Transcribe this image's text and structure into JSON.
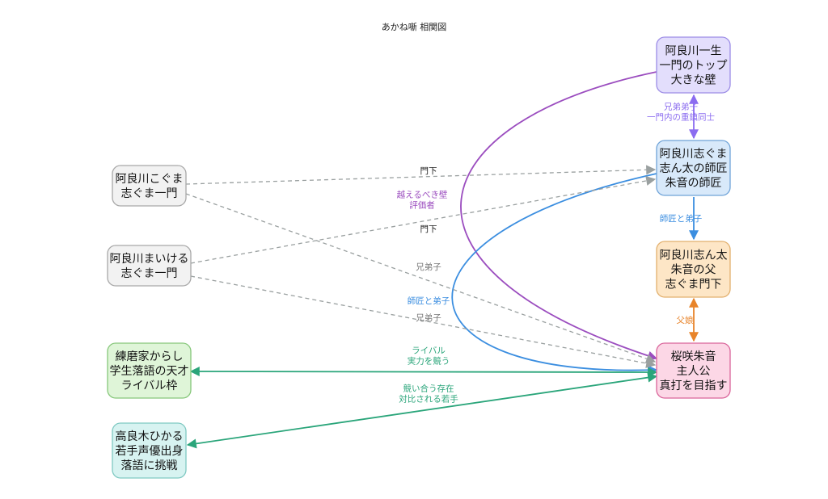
{
  "title": "あかね噺 相関図",
  "nodes": [
    {
      "id": "issho",
      "lines": [
        "阿良川一生",
        "一門のトップ",
        "大きな壁"
      ],
      "fill": "#e3defc",
      "stroke": "#9c8ce6"
    },
    {
      "id": "shiguma",
      "lines": [
        "阿良川志ぐま",
        "志ん太の師匠",
        "朱音の師匠"
      ],
      "fill": "#d8e9fa",
      "stroke": "#6fa3d8"
    },
    {
      "id": "shinta",
      "lines": [
        "阿良川志ん太",
        "朱音の父",
        "志ぐま門下"
      ],
      "fill": "#fde6c6",
      "stroke": "#e2b06e"
    },
    {
      "id": "akane",
      "lines": [
        "桜咲朱音",
        "主人公",
        "真打を目指す"
      ],
      "fill": "#fcd7e6",
      "stroke": "#d9649a"
    },
    {
      "id": "koguma",
      "lines": [
        "阿良川こぐま",
        "志ぐま一門"
      ],
      "fill": "#f2f2f2",
      "stroke": "#a8a8a8"
    },
    {
      "id": "maikeru",
      "lines": [
        "阿良川まいける",
        "志ぐま一門"
      ],
      "fill": "#f2f2f2",
      "stroke": "#a8a8a8"
    },
    {
      "id": "karashi",
      "lines": [
        "練磨家からし",
        "学生落語の天才",
        "ライバル枠"
      ],
      "fill": "#dff5d8",
      "stroke": "#86c77a"
    },
    {
      "id": "hikaru",
      "lines": [
        "高良木ひかる",
        "若手声優出身",
        "落語に挑戦"
      ],
      "fill": "#d7f3f1",
      "stroke": "#7fc9c2"
    }
  ],
  "edges": [
    {
      "id": "issho-shiguma",
      "lines": [
        "兄弟弟子",
        "一門内の重鎮同士"
      ],
      "color": "#8b6cf0",
      "style": "solid",
      "arrows": "both"
    },
    {
      "id": "shiguma-shinta",
      "lines": [
        "師匠と弟子"
      ],
      "color": "#3b8ee0",
      "style": "solid",
      "arrows": "end"
    },
    {
      "id": "shinta-akane",
      "lines": [
        "父娘"
      ],
      "color": "#e8842a",
      "style": "solid",
      "arrows": "both"
    },
    {
      "id": "issho-akane",
      "lines": [
        "越えるべき壁",
        "評価者"
      ],
      "color": "#9b4dbf",
      "style": "solid",
      "arrows": "end"
    },
    {
      "id": "shiguma-akane",
      "lines": [
        "師匠と弟子"
      ],
      "color": "#3b8ee0",
      "style": "solid",
      "arrows": "end"
    },
    {
      "id": "koguma-shiguma",
      "lines": [
        "門下"
      ],
      "color": "#9aa0a0",
      "style": "dashed",
      "arrows": "end",
      "label_color": "#222222"
    },
    {
      "id": "maikeru-shiguma",
      "lines": [
        "門下"
      ],
      "color": "#9aa0a0",
      "style": "dashed",
      "arrows": "end",
      "label_color": "#222222"
    },
    {
      "id": "koguma-akane",
      "lines": [
        "兄弟子"
      ],
      "color": "#9aa0a0",
      "style": "dashed",
      "arrows": "end",
      "label_color": "#777777"
    },
    {
      "id": "maikeru-akane",
      "lines": [
        "兄弟子"
      ],
      "color": "#9aa0a0",
      "style": "dashed",
      "arrows": "end",
      "label_color": "#777777"
    },
    {
      "id": "karashi-akane",
      "lines": [
        "ライバル",
        "実力を競う"
      ],
      "color": "#2aa57a",
      "style": "solid",
      "arrows": "both"
    },
    {
      "id": "hikaru-akane",
      "lines": [
        "競い合う存在",
        "対比される若手"
      ],
      "color": "#2aa57a",
      "style": "solid",
      "arrows": "both"
    }
  ]
}
